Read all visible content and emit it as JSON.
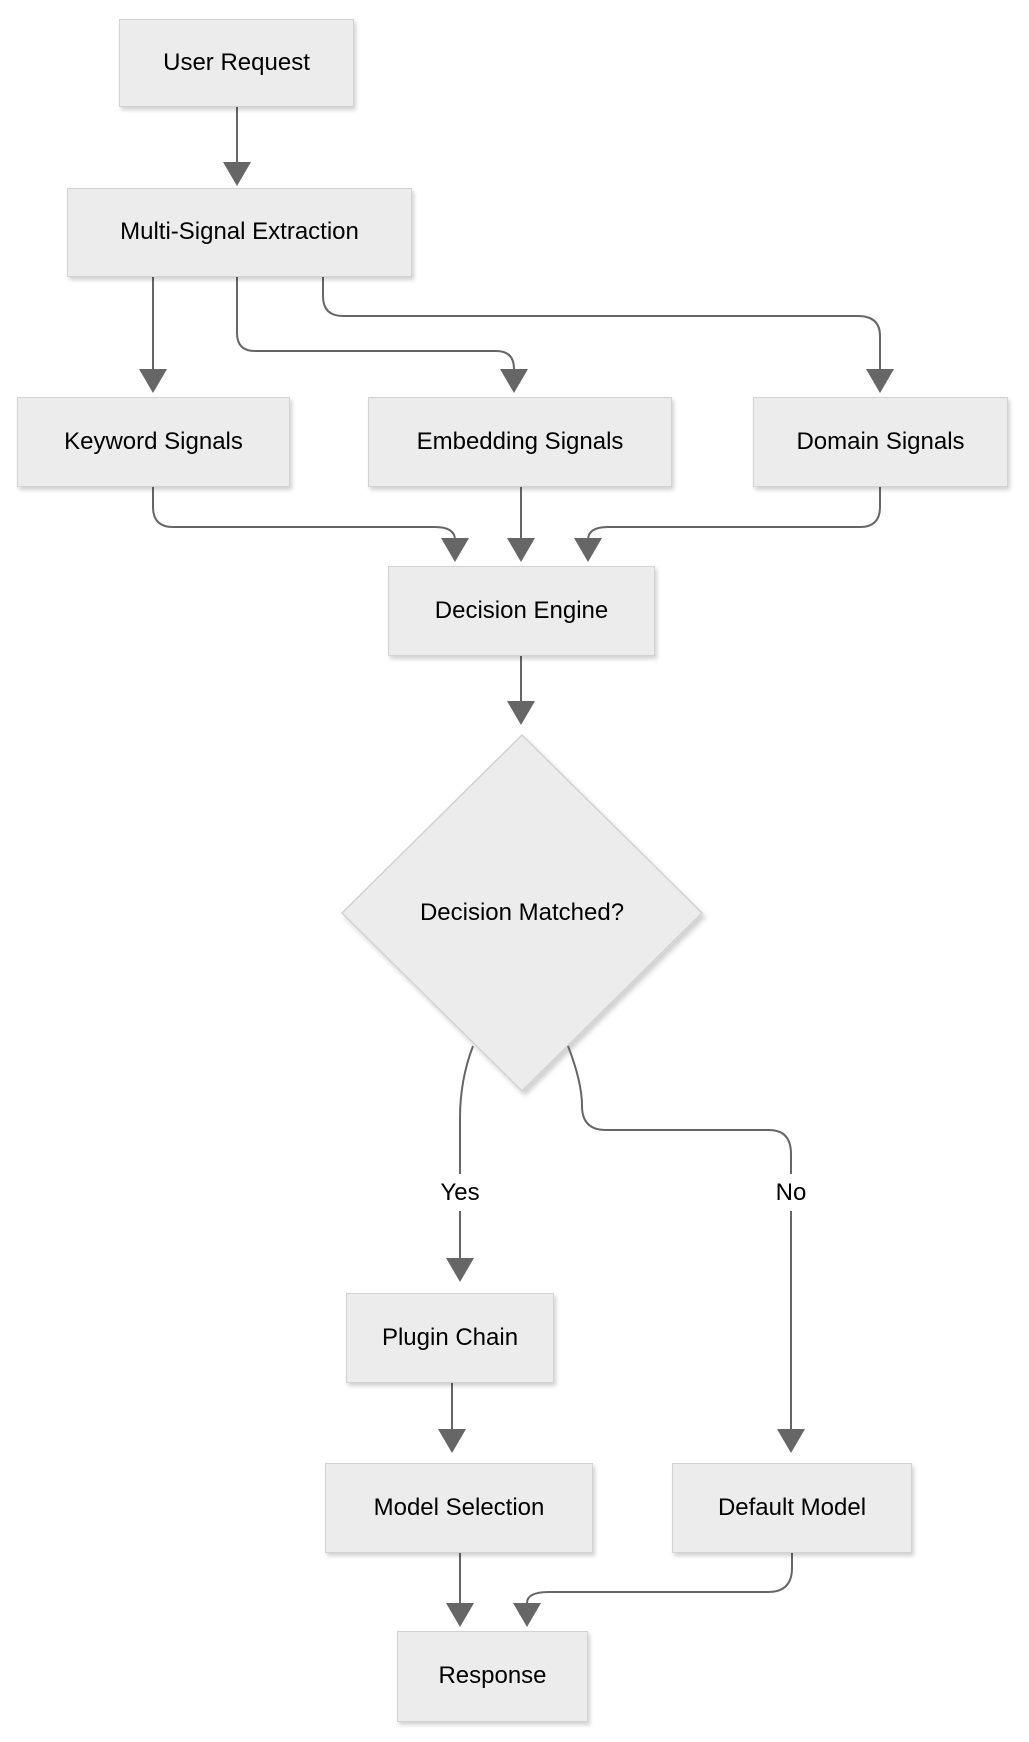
{
  "diagram": {
    "type": "flowchart",
    "direction": "top-down",
    "colors": {
      "background": "#ffffff",
      "node_fill": "#ececec",
      "node_border": "#d2d2d2",
      "edge_line": "#666666",
      "arrowhead": "#666666",
      "text": "#000000"
    },
    "nodes": [
      {
        "id": "user-request",
        "label": "User Request",
        "shape": "rect"
      },
      {
        "id": "multi-signal-extraction",
        "label": "Multi-Signal Extraction",
        "shape": "rect"
      },
      {
        "id": "keyword-signals",
        "label": "Keyword Signals",
        "shape": "rect"
      },
      {
        "id": "embedding-signals",
        "label": "Embedding Signals",
        "shape": "rect"
      },
      {
        "id": "domain-signals",
        "label": "Domain Signals",
        "shape": "rect"
      },
      {
        "id": "decision-engine",
        "label": "Decision Engine",
        "shape": "rect"
      },
      {
        "id": "decision-matched",
        "label": "Decision Matched?",
        "shape": "diamond"
      },
      {
        "id": "plugin-chain",
        "label": "Plugin Chain",
        "shape": "rect"
      },
      {
        "id": "model-selection",
        "label": "Model Selection",
        "shape": "rect"
      },
      {
        "id": "default-model",
        "label": "Default Model",
        "shape": "rect"
      },
      {
        "id": "response",
        "label": "Response",
        "shape": "rect"
      }
    ],
    "edges": [
      {
        "from": "user-request",
        "to": "multi-signal-extraction",
        "label": ""
      },
      {
        "from": "multi-signal-extraction",
        "to": "keyword-signals",
        "label": ""
      },
      {
        "from": "multi-signal-extraction",
        "to": "embedding-signals",
        "label": ""
      },
      {
        "from": "multi-signal-extraction",
        "to": "domain-signals",
        "label": ""
      },
      {
        "from": "keyword-signals",
        "to": "decision-engine",
        "label": ""
      },
      {
        "from": "embedding-signals",
        "to": "decision-engine",
        "label": ""
      },
      {
        "from": "domain-signals",
        "to": "decision-engine",
        "label": ""
      },
      {
        "from": "decision-engine",
        "to": "decision-matched",
        "label": ""
      },
      {
        "from": "decision-matched",
        "to": "plugin-chain",
        "label": "Yes"
      },
      {
        "from": "decision-matched",
        "to": "default-model",
        "label": "No"
      },
      {
        "from": "plugin-chain",
        "to": "model-selection",
        "label": ""
      },
      {
        "from": "model-selection",
        "to": "response",
        "label": ""
      },
      {
        "from": "default-model",
        "to": "response",
        "label": ""
      }
    ]
  }
}
